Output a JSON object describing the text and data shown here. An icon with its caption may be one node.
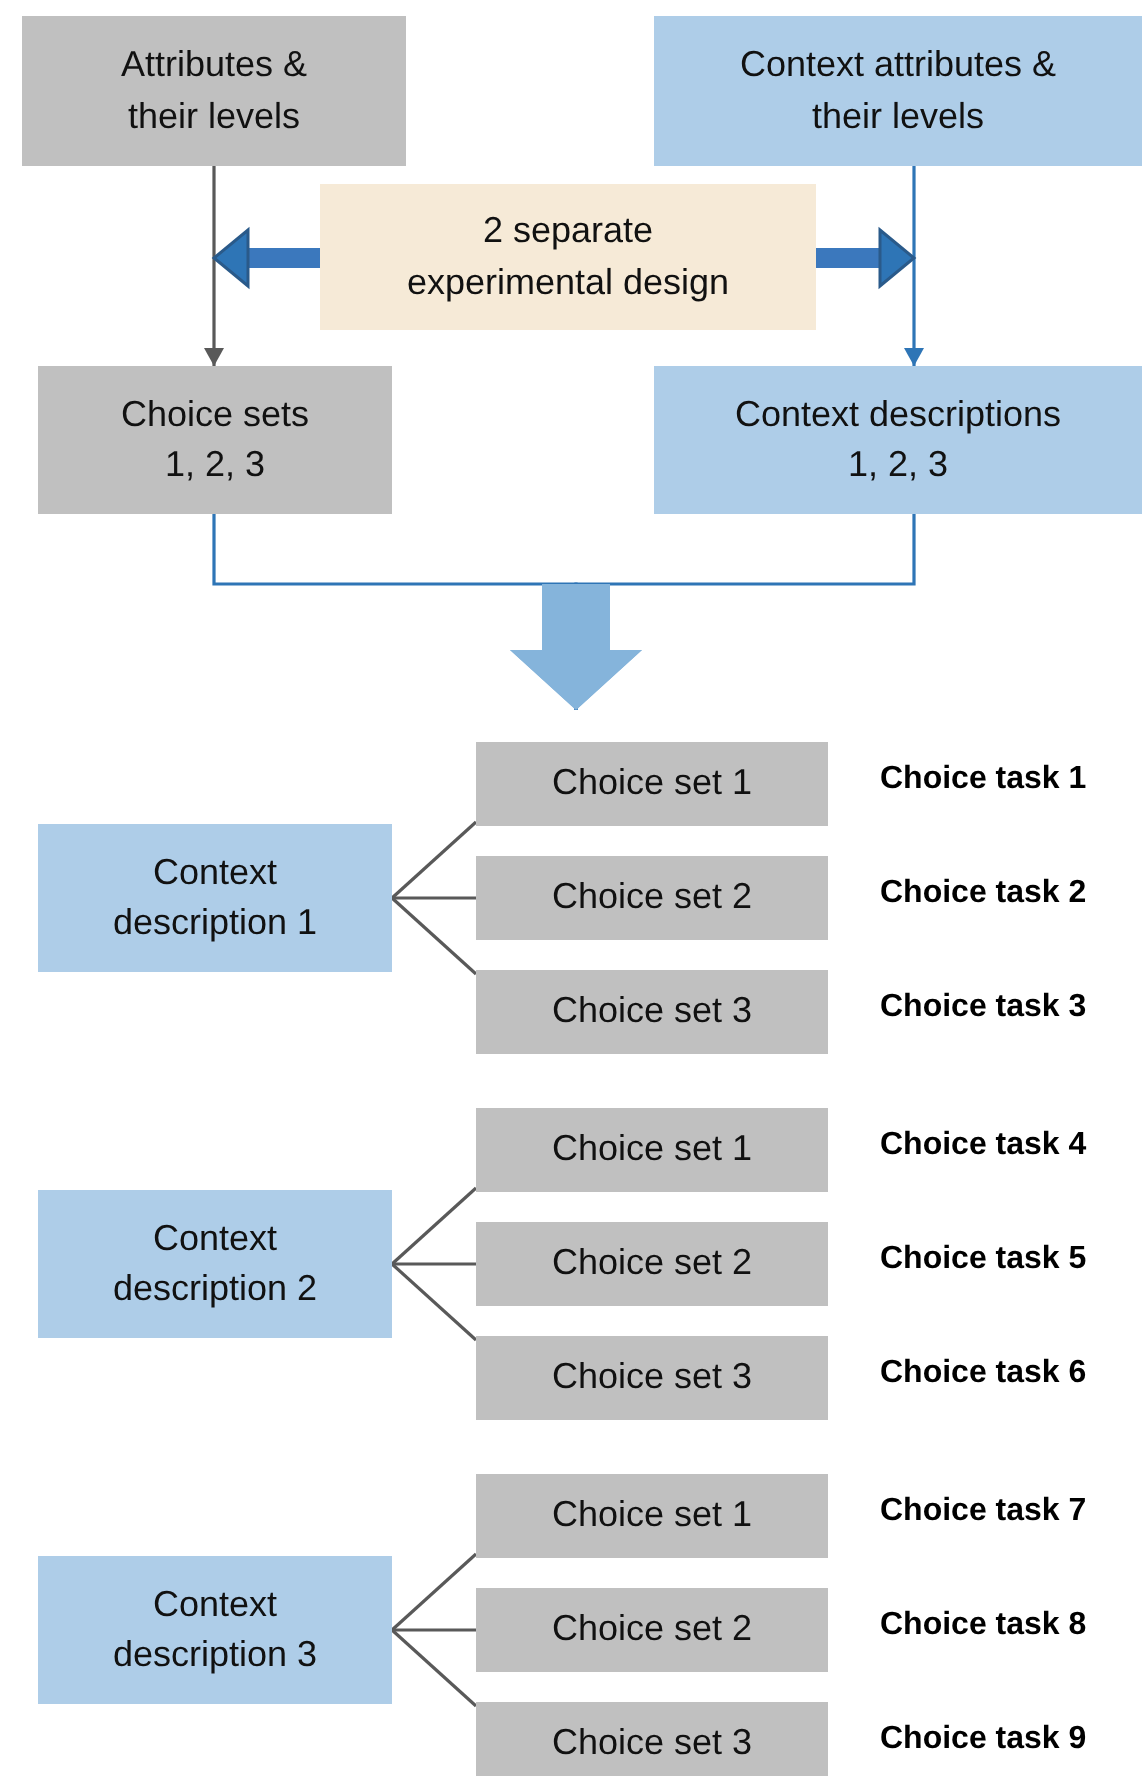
{
  "diagram": {
    "nodes": [
      {
        "text": [
          "Attributes & their levels"
        ]
      },
      {
        "text": [
          "Context attributes & their levels"
        ]
      },
      {
        "text": [
          "2 separate experimental design"
        ]
      },
      {
        "text": [
          "Choice sets 1, 2, 3"
        ]
      },
      {
        "text": [
          "Context descriptions 1, 2, 3"
        ]
      },
      {
        "text": [
          "Context description 1"
        ]
      },
      {
        "text": [
          "Choice set 1"
        ],
        "beside": [
          "Choice task 1"
        ]
      },
      {
        "text": [
          "Choice set 2"
        ],
        "beside": [
          "Choice task 2"
        ]
      },
      {
        "text": [
          "Choice set 3"
        ],
        "beside": [
          "Choice task 3"
        ]
      },
      {
        "text": [
          "Context description 2"
        ]
      },
      {
        "text": [
          "Choice set 1"
        ],
        "beside": [
          "Choice task 4"
        ]
      },
      {
        "text": [
          "Choice set 2"
        ],
        "beside": [
          "Choice task 5"
        ]
      },
      {
        "text": [
          "Choice set 3"
        ],
        "beside": [
          "Choice task 6"
        ]
      },
      {
        "text": [
          "Context description 3"
        ]
      },
      {
        "text": [
          "Choice set 1"
        ],
        "beside": [
          "Choice task 7"
        ]
      },
      {
        "text": [
          "Choice set 2"
        ],
        "beside": [
          "Choice task 8"
        ]
      },
      {
        "text": [
          "Choice set 3"
        ],
        "beside": [
          "Choice task 9"
        ]
      }
    ],
    "edges": [
      {
        "from": 0,
        "to": 3,
        "arrow": "to"
      },
      {
        "from": 1,
        "to": 4,
        "arrow": "to",
        "color": "#2e75b6"
      },
      {
        "from": 2,
        "to": 0,
        "arrow": "to",
        "style": "thick",
        "color": "#2e75b6"
      },
      {
        "from": 2,
        "to": 1,
        "arrow": "to",
        "style": "thick",
        "color": "#2e75b6"
      },
      {
        "from": 3,
        "to": 6,
        "arrow": "to",
        "color": "#2e75b6"
      },
      {
        "from": 4,
        "to": 6,
        "arrow": "to",
        "color": "#2e75b6"
      },
      {
        "from": 5,
        "to": 6,
        "arrow": "none"
      },
      {
        "from": 5,
        "to": 7,
        "arrow": "none"
      },
      {
        "from": 5,
        "to": 8,
        "arrow": "none"
      },
      {
        "from": 9,
        "to": 10,
        "arrow": "none"
      },
      {
        "from": 9,
        "to": 11,
        "arrow": "none"
      },
      {
        "from": 9,
        "to": 12,
        "arrow": "none"
      },
      {
        "from": 13,
        "to": 14,
        "arrow": "none"
      },
      {
        "from": 13,
        "to": 15,
        "arrow": "none"
      },
      {
        "from": 13,
        "to": 16,
        "arrow": "none"
      }
    ]
  }
}
